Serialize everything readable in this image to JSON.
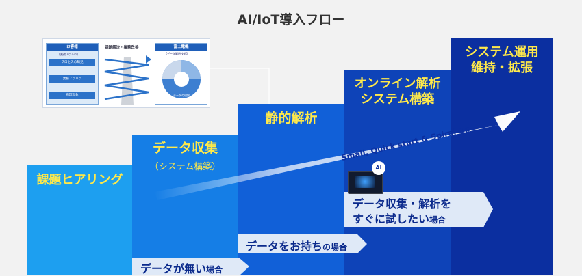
{
  "title": "AI/IoT導入フロー",
  "steps": [
    {
      "label_lines": [
        "課題ヒアリング"
      ],
      "color": "#1d9ff0"
    },
    {
      "label_lines": [
        "データ収集"
      ],
      "sub": "（システム構築）",
      "color": "#157ee6"
    },
    {
      "label_lines": [
        "静的解析"
      ],
      "color": "#1160d8"
    },
    {
      "label_lines": [
        "オンライン解析",
        "システム構築"
      ],
      "color": "#0e43b8"
    },
    {
      "label_lines": [
        "システム運用",
        "維持・拡張"
      ],
      "color": "#0b2fa0"
    }
  ],
  "arrow_label": "Small, Quick start & Spiral-up",
  "cases": [
    {
      "main": "データが無い",
      "suffix": "場合"
    },
    {
      "main": "データをお持ち",
      "suffix": "の場合"
    },
    {
      "main_lines": [
        "データ収集・解析を",
        "すぐに試したい"
      ],
      "suffix": "場合"
    }
  ],
  "ai_badge": "AI",
  "inset": {
    "left_title": "お客様",
    "left_rows": [
      "【業務ノウハウ】",
      "プロセスの知見",
      "業務ノウハウ",
      "物理現象"
    ],
    "middle_title": "課題解決・業務改善",
    "right_title": "富士電機",
    "right_sub": "【データ解析技術】",
    "cycle_center": "データの理解"
  }
}
